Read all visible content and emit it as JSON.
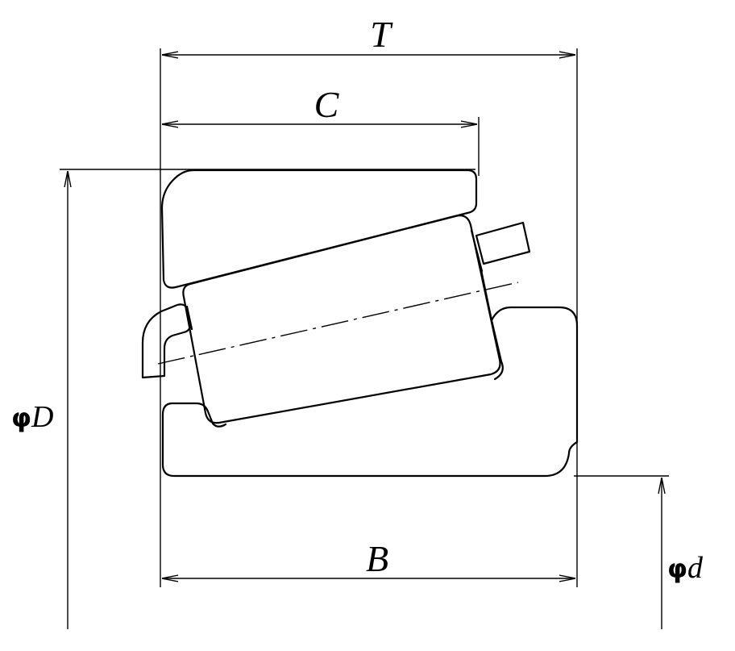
{
  "labels": {
    "T": "T",
    "C": "C",
    "B": "B",
    "phi_symbol": "φ",
    "D": "D",
    "d": "d"
  }
}
